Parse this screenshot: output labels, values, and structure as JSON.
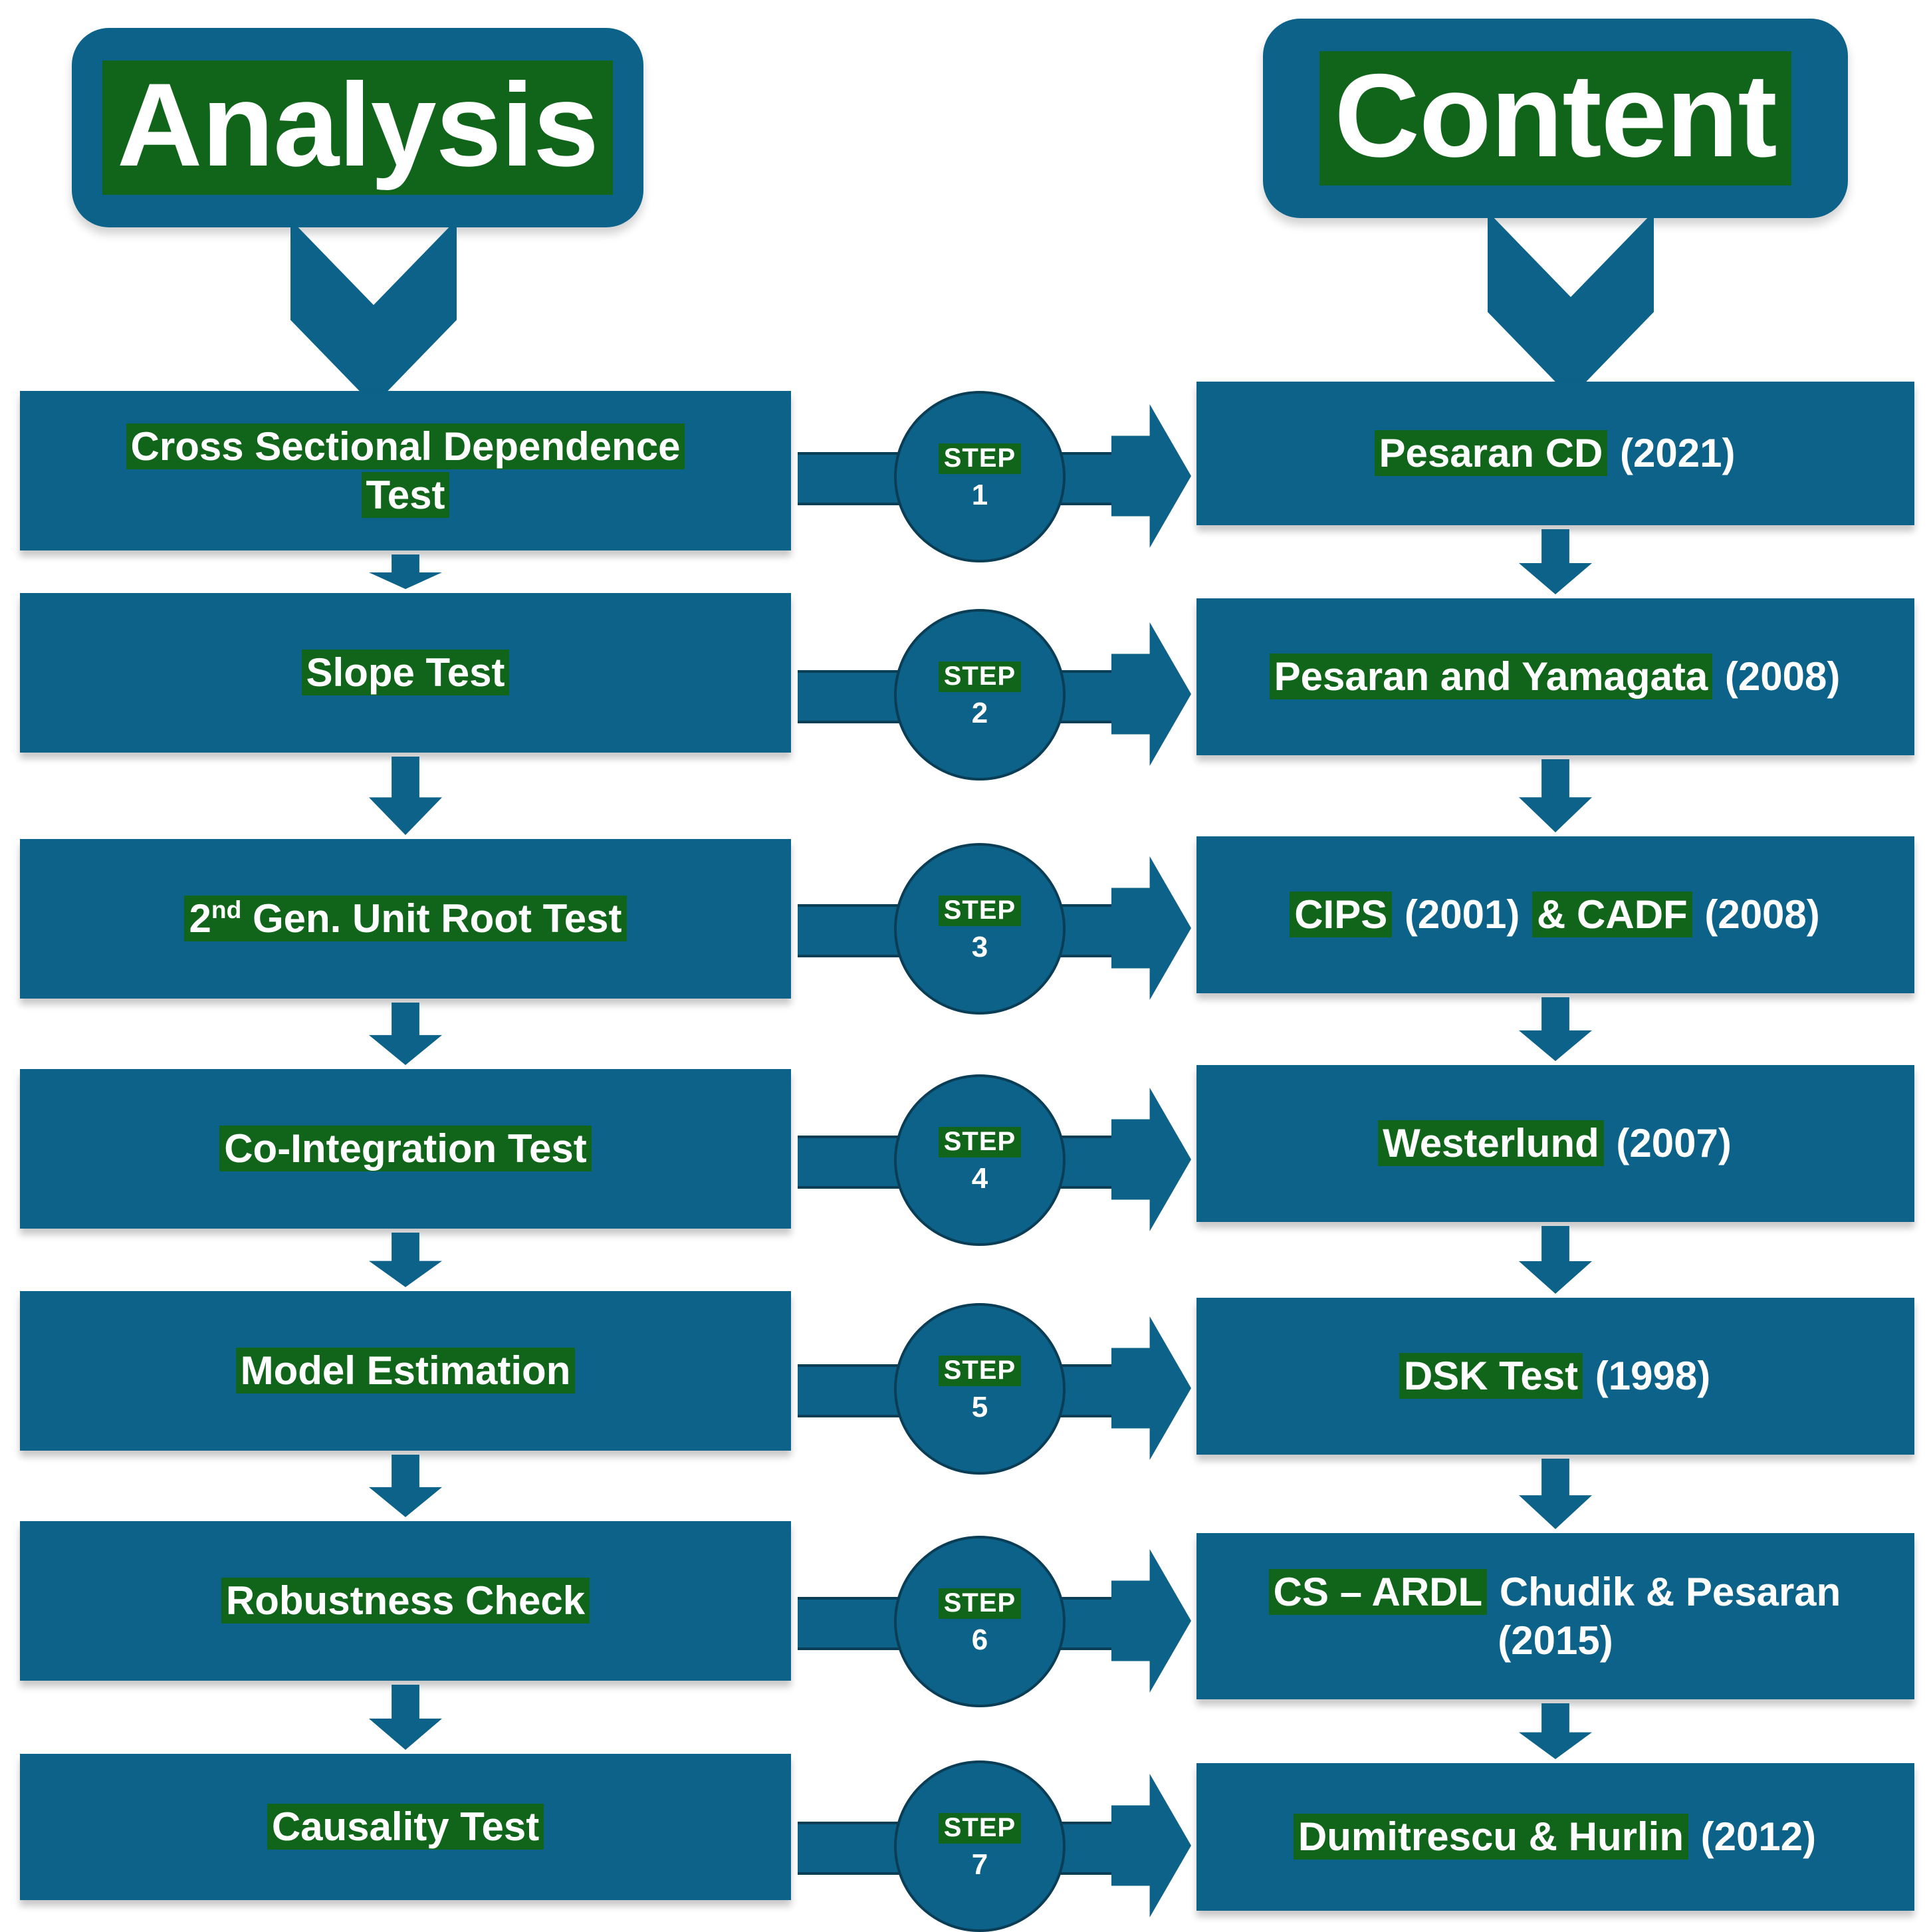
{
  "diagram": {
    "title": "Econometric Analysis Steps Flowchart",
    "colors": {
      "box_blue": "#0C6289",
      "highlight_green": "#10651A",
      "text_white": "#FFFFFF",
      "outline_dark": "#0A3E57"
    },
    "headers": {
      "left": "Analysis",
      "right": "Content"
    },
    "step_label": "STEP",
    "rows": [
      {
        "step": "1",
        "analysis": {
          "lines": [
            {
              "text": "Cross Sectional Dependence",
              "highlight": true
            },
            {
              "text": "Test",
              "highlight": true
            }
          ]
        },
        "content": {
          "lines": [
            {
              "parts": [
                {
                  "text": "Pesaran CD",
                  "highlight": true
                },
                {
                  "text": " (2021)",
                  "highlight": false
                }
              ]
            }
          ]
        }
      },
      {
        "step": "2",
        "analysis": {
          "lines": [
            {
              "text": "Slope  Test",
              "highlight": true
            }
          ]
        },
        "content": {
          "lines": [
            {
              "parts": [
                {
                  "text": "Pesaran and Yamagata",
                  "highlight": true
                },
                {
                  "text": " (2008)",
                  "highlight": false
                }
              ]
            }
          ]
        }
      },
      {
        "step": "3",
        "analysis": {
          "lines": [
            {
              "html": "2<sup>nd</sup> Gen. Unit Root Test",
              "highlight": true
            }
          ]
        },
        "content": {
          "lines": [
            {
              "parts": [
                {
                  "text": "CIPS",
                  "highlight": true
                },
                {
                  "text": " (2001) ",
                  "highlight": false
                },
                {
                  "text": "& CADF",
                  "highlight": true
                },
                {
                  "text": " (2008)",
                  "highlight": false
                }
              ]
            }
          ]
        }
      },
      {
        "step": "4",
        "analysis": {
          "lines": [
            {
              "text": "Co-Integration Test",
              "highlight": true
            }
          ]
        },
        "content": {
          "lines": [
            {
              "parts": [
                {
                  "text": "Westerlund",
                  "highlight": true
                },
                {
                  "text": " (2007)",
                  "highlight": false
                }
              ]
            }
          ]
        }
      },
      {
        "step": "5",
        "analysis": {
          "lines": [
            {
              "text": "Model Estimation",
              "highlight": true
            }
          ]
        },
        "content": {
          "lines": [
            {
              "parts": [
                {
                  "text": "DSK Test",
                  "highlight": true
                },
                {
                  "text": " (1998)",
                  "highlight": false
                }
              ]
            }
          ]
        }
      },
      {
        "step": "6",
        "analysis": {
          "lines": [
            {
              "text": "Robustness Check",
              "highlight": true
            }
          ]
        },
        "content": {
          "lines": [
            {
              "parts": [
                {
                  "text": "CS – ARDL",
                  "highlight": true
                },
                {
                  "text": "  Chudik & Pesaran",
                  "highlight": false
                }
              ]
            },
            {
              "parts": [
                {
                  "text": "(2015)",
                  "highlight": false
                }
              ]
            }
          ]
        }
      },
      {
        "step": "7",
        "analysis": {
          "lines": [
            {
              "text": "Causality Test",
              "highlight": true
            }
          ]
        },
        "content": {
          "lines": [
            {
              "parts": [
                {
                  "text": "Dumitrescu & Hurlin",
                  "highlight": true
                },
                {
                  "text": " (2012)",
                  "highlight": false
                }
              ]
            }
          ]
        }
      }
    ]
  }
}
